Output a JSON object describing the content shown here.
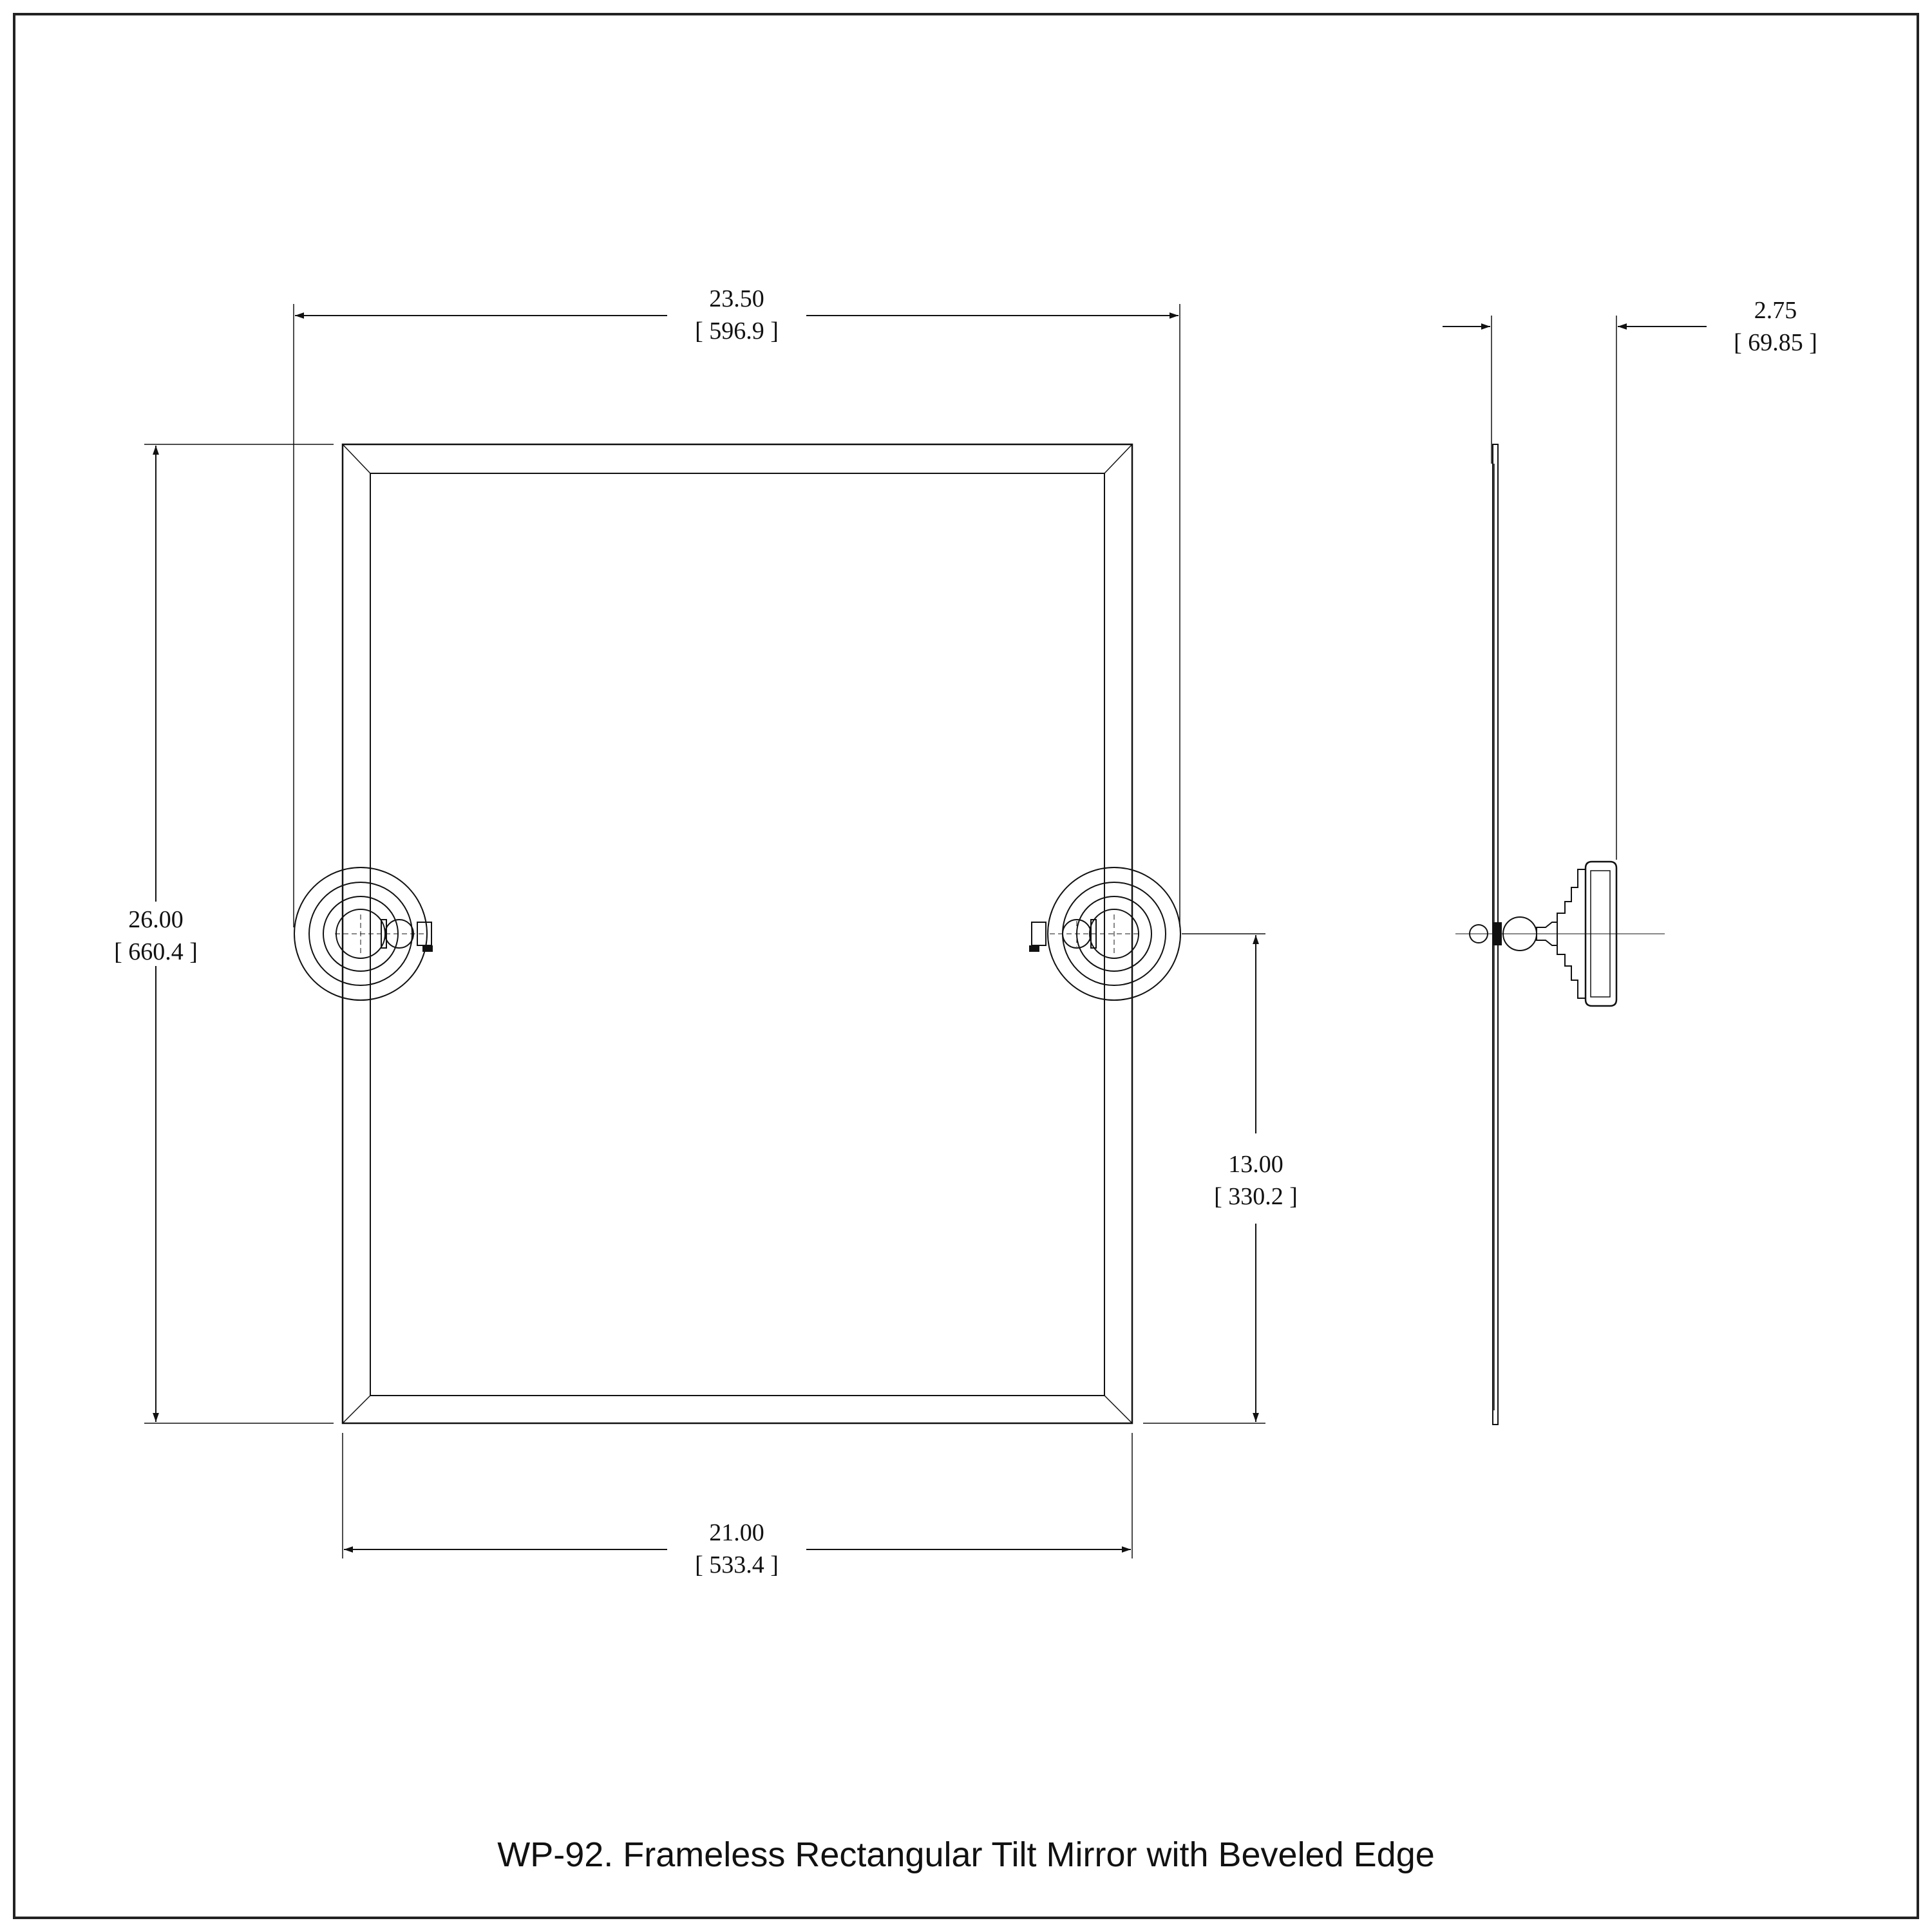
{
  "title": "WP-92. Frameless Rectangular Tilt Mirror with Beveled Edge",
  "dimensions": {
    "overall_width": {
      "in": "23.50",
      "mm": "596.9"
    },
    "overall_height": {
      "in": "26.00",
      "mm": "660.4"
    },
    "mirror_width": {
      "in": "21.00",
      "mm": "533.4"
    },
    "pivot_height": {
      "in": "13.00",
      "mm": "330.2"
    },
    "projection": {
      "in": "2.75",
      "mm": "69.85"
    }
  }
}
